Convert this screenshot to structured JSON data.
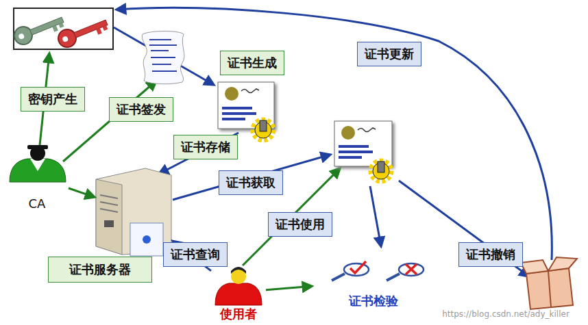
{
  "diagram": {
    "nodes": [
      {
        "text": [
          "CA"
        ]
      },
      {
        "text": [
          "证书服务器"
        ]
      },
      {
        "text": [
          "使用者"
        ]
      },
      {
        "text": [
          "证书检验"
        ]
      }
    ],
    "edges": [
      {
        "from": 0,
        "to": 1,
        "arrow": "to"
      },
      {
        "from": 2,
        "to": 1,
        "label": "证书查询",
        "arrow": "to"
      },
      {
        "from": 2,
        "to": 3,
        "arrow": "to"
      }
    ],
    "labels": [
      "密钥产生",
      "证书签发",
      "证书生成",
      "证书存储",
      "证书获取",
      "证书使用",
      "证书撤销",
      "证书更新",
      "https://blog.csdn.net/ady_killer"
    ]
  }
}
